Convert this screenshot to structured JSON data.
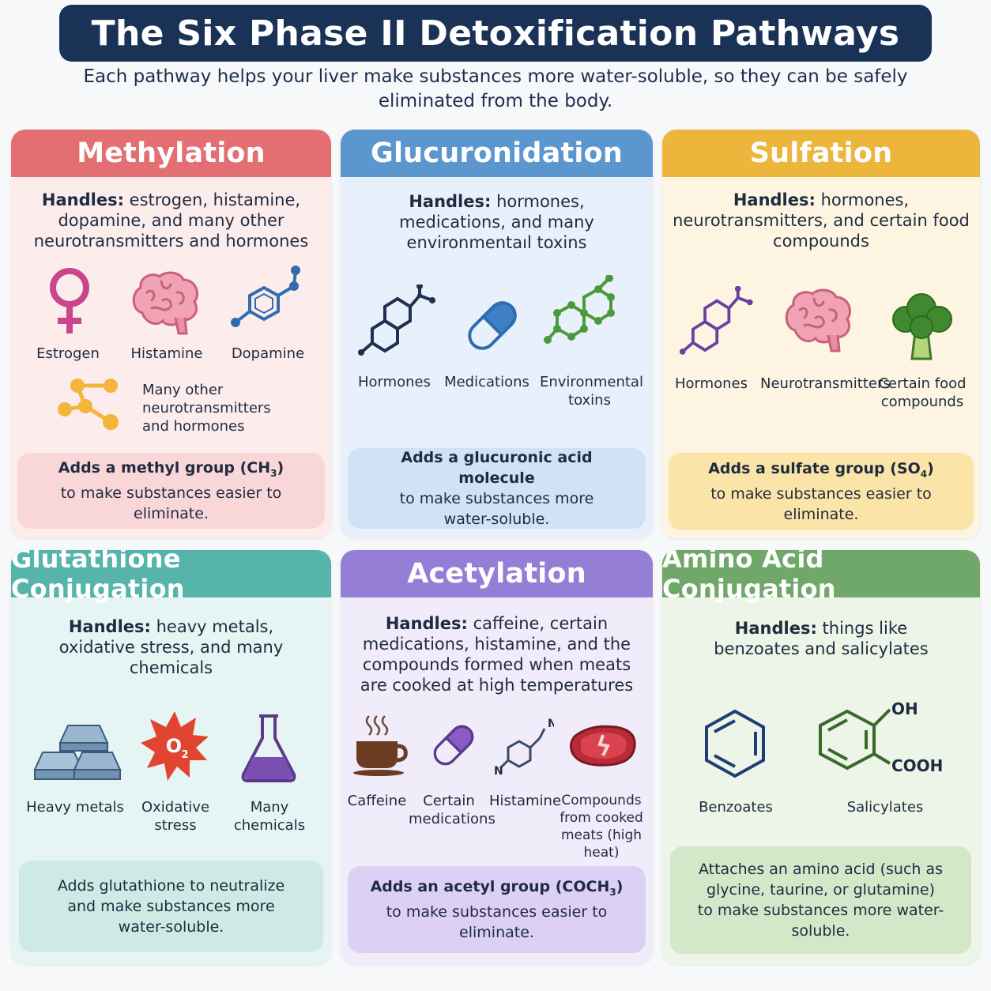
{
  "title": "The Six Phase II Detoxification Pathways",
  "subtitle": "Each pathway helps your liver make substances more water-soluble, so they can be safely eliminated from the body.",
  "colors": {
    "title_bg": "#1b3257",
    "methylation": "#e46f73",
    "glucuronidation": "#5b96cf",
    "sulfation": "#ecb63c",
    "glutathione": "#56b4aa",
    "acetylation": "#957ed6",
    "amino": "#6fa868"
  },
  "cards": {
    "methylation": {
      "title": "Methylation",
      "handles_label": "Handles:",
      "handles_text": " estrogen, histamine, dopamine, and many other neurotransmitters and hormones",
      "items": [
        "Estrogen",
        "Histamine",
        "Dopamine",
        "Many other neurotransmitters and hormones"
      ],
      "icons": [
        "female-symbol-icon",
        "brain-icon",
        "dopamine-molecule-icon",
        "molecule-cluster-icon"
      ],
      "action_main": "Adds a methyl group (CH",
      "action_sub": "3",
      "action_close": ")",
      "action_rest": "to make substances easier to eliminate."
    },
    "glucuronidation": {
      "title": "Glucuronidation",
      "handles_label": "Handles:",
      "handles_text": " hormones, medications, and many environmentaıl toxins",
      "items": [
        "Hormones",
        "Medications",
        "Environmental toxins"
      ],
      "icons": [
        "steroid-molecule-icon",
        "capsule-icon",
        "toxin-molecule-icon"
      ],
      "action_main": "Adds a glucuronic acid molecule",
      "action_rest": "to make substances more water-soluble."
    },
    "sulfation": {
      "title": "Sulfation",
      "handles_label": "Handles:",
      "handles_text": " hormones, neurotransmitters, and certain food compounds",
      "items": [
        "Hormones",
        "Neurotransmitters",
        "Certain food compounds"
      ],
      "icons": [
        "steroid-molecule-icon",
        "brain-icon",
        "broccoli-icon"
      ],
      "action_main": "Adds a sulfate group (SO",
      "action_sub": "4",
      "action_close": ")",
      "action_rest": "to make substances easier to eliminate."
    },
    "glutathione": {
      "title": "Glutathione Conjugation",
      "handles_label": "Handles:",
      "handles_text": " heavy metals, oxidative stress, and many chemicals",
      "items": [
        "Heavy metals",
        "Oxidative stress",
        "Many chemicals"
      ],
      "icons": [
        "metal-ingots-icon",
        "oxygen-burst-icon",
        "flask-icon"
      ],
      "o2_label": "O",
      "o2_sub": "2",
      "action_main": "Adds glutathione to neutralize and make substances more water-soluble."
    },
    "acetylation": {
      "title": "Acetylation",
      "handles_label": "Handles:",
      "handles_text": " caffeine, certain medications, histamine, and the compounds formed when meats are cooked at high temperatures",
      "items": [
        "Caffeine",
        "Certain medications",
        "Histamine",
        "Compounds from cooked meats (high heat)"
      ],
      "icons": [
        "coffee-cup-icon",
        "capsule-icon",
        "histamine-molecule-icon",
        "steak-icon"
      ],
      "n_label": "N",
      "action_main": "Adds an acetyl group (COCH",
      "action_sub": "3",
      "action_close": ")",
      "action_rest": "to make substances easier to eliminate."
    },
    "amino": {
      "title": "Amino Acid Conjugation",
      "handles_label": "Handles:",
      "handles_text": " things like benzoates and salicylates",
      "items": [
        "Benzoates",
        "Salicylates"
      ],
      "icons": [
        "benzene-ring-icon",
        "salicylic-acid-icon"
      ],
      "oh_label": "OH",
      "cooh_label": "COOH",
      "action_main": "Attaches an amino acid (such as glycine, taurine, or glutamine) to make substances more water-soluble."
    }
  }
}
